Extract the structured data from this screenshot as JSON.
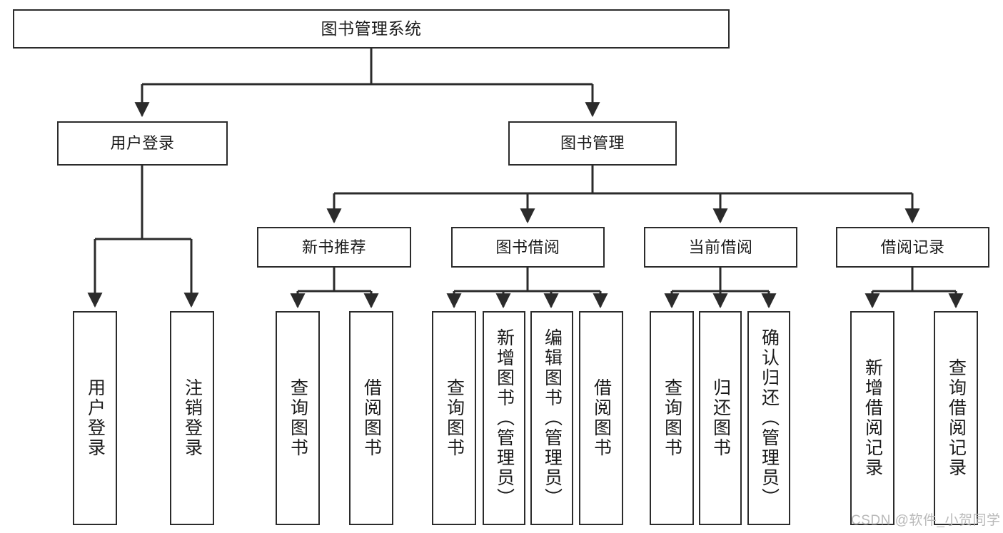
{
  "diagram": {
    "title": "图书管理系统",
    "type": "tree",
    "colors": {
      "box_border": "#2b2b2b",
      "box_fill": "#ffffff",
      "edge": "#2b2b2b",
      "watermark": "#b9b9b9",
      "background": "#ffffff"
    },
    "nodes": {
      "root": {
        "label": "图书管理系统"
      },
      "level1": [
        {
          "label": "用户登录"
        },
        {
          "label": "图书管理"
        }
      ],
      "level2": [
        {
          "label": "新书推荐"
        },
        {
          "label": "图书借阅"
        },
        {
          "label": "当前借阅"
        },
        {
          "label": "借阅记录"
        }
      ],
      "leaves_user_login": [
        {
          "label": "用户登录"
        },
        {
          "label": "注销登录"
        }
      ],
      "leaves_new_book": [
        {
          "label": "查询图书"
        },
        {
          "label": "借阅图书"
        }
      ],
      "leaves_borrow": [
        {
          "label": "查询图书"
        },
        {
          "label": "新增图书（管理员）"
        },
        {
          "label": "编辑图书（管理员）"
        },
        {
          "label": "借阅图书"
        }
      ],
      "leaves_current": [
        {
          "label": "查询图书"
        },
        {
          "label": "归还图书"
        },
        {
          "label": "确认归还（管理员）"
        }
      ],
      "leaves_record": [
        {
          "label": "新增借阅记录"
        },
        {
          "label": "查询借阅记录"
        }
      ]
    },
    "watermark": "CSDN @软件_小贺同学"
  }
}
